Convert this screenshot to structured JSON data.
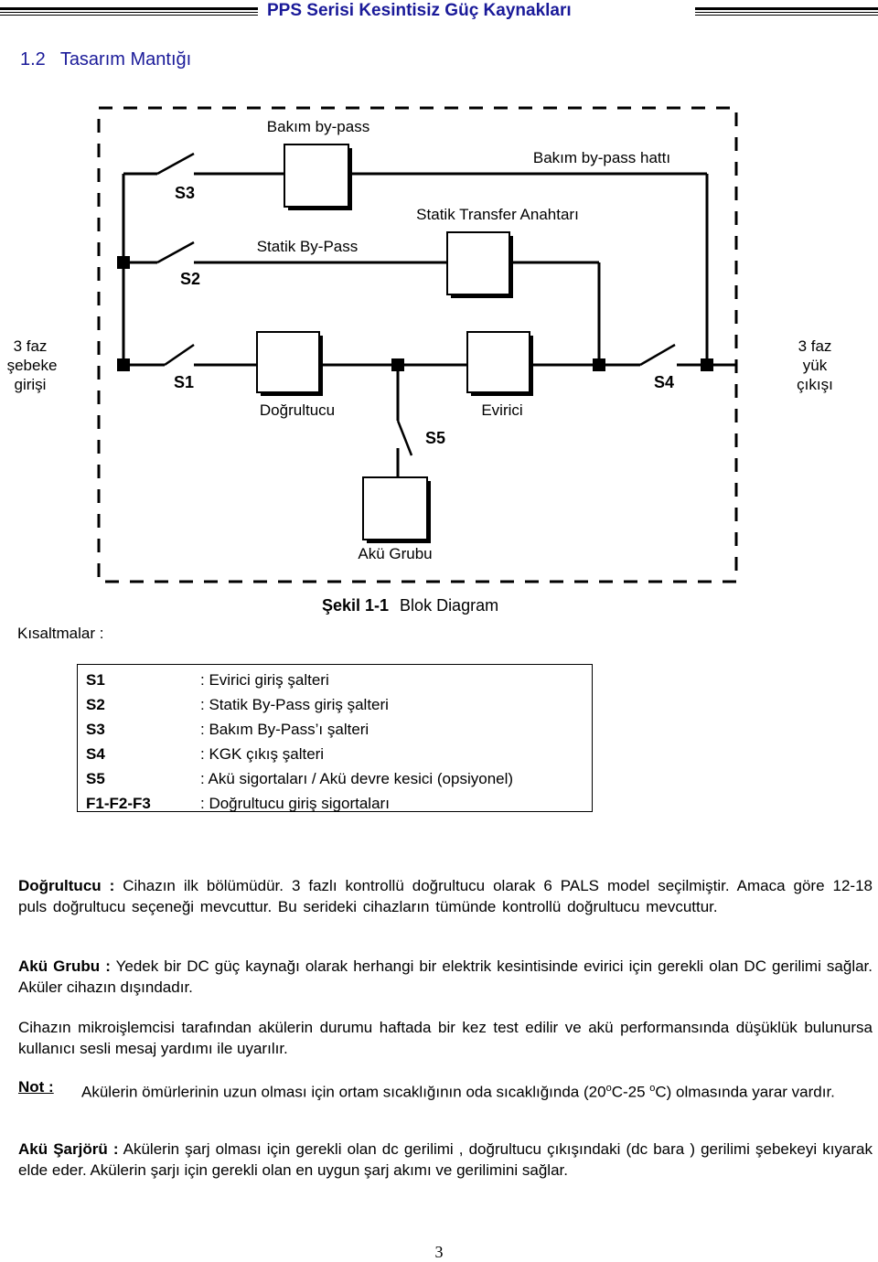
{
  "header": {
    "title": "PPS Serisi Kesintisiz Güç Kaynakları"
  },
  "section": {
    "number": "1.2",
    "title": "Tasarım Mantığı"
  },
  "diagram": {
    "labels": {
      "bakim_bypass": "Bakım by-pass",
      "bakim_bypass_hatti": "Bakım by-pass hattı",
      "statik_transfer": "Statik Transfer Anahtarı",
      "statik_bypass": "Statik By-Pass",
      "s3": "S3",
      "s2": "S2",
      "s1": "S1",
      "s4": "S4",
      "s5": "S5",
      "input_1": "3 faz",
      "input_2": "şebeke",
      "input_3": "girişi",
      "output_1": "3 faz",
      "output_2": "yük",
      "output_3": "çıkışı",
      "dogrultucu": "Doğrultucu",
      "evirici": "Evirici",
      "aku_grubu": "Akü Grubu"
    }
  },
  "caption": {
    "figure": "Şekil 1-1",
    "text": "Blok Diagram"
  },
  "abbreviations": {
    "label": "Kısaltmalar :",
    "rows": [
      {
        "code": "S1",
        "desc": ": Evirici giriş şalteri"
      },
      {
        "code": "S2",
        "desc": ": Statik By-Pass giriş şalteri"
      },
      {
        "code": "S3",
        "desc": ": Bakım By-Pass’ı şalteri"
      },
      {
        "code": "S4",
        "desc": ": KGK çıkış şalteri"
      },
      {
        "code": "S5",
        "desc": ": Akü sigortaları / Akü devre kesici (opsiyonel)"
      },
      {
        "code": "F1-F2-F3",
        "desc": ": Doğrultucu giriş sigortaları"
      }
    ]
  },
  "paragraphs": {
    "p1_label": "Doğrultucu :",
    "p1_text": " Cihazın ilk bölümüdür. 3 fazlı kontrollü doğrultucu olarak 6 PALS model seçilmiştir. Amaca göre 12-18 puls doğrultucu seçeneği mevcuttur. Bu serideki cihazların tümünde kontrollü doğrultucu mevcuttur.",
    "p2_label": "Akü Grubu :",
    "p2_text": " Yedek bir DC güç kaynağı olarak  herhangi bir elektrik kesintisinde evirici için gerekli olan DC gerilimi sağlar.  Aküler cihazın dışındadır.",
    "p3_text": "Cihazın mikroişlemcisi tarafından akülerin durumu haftada bir kez test edilir ve akü performansında düşüklük bulunursa kullanıcı sesli mesaj yardımı ile uyarılır.",
    "note_label": "Not :",
    "note_text_a": "Akülerin ömürlerinin uzun olması için ortam sıcaklığının oda sıcaklığında (20",
    "note_sup1": "o",
    "note_text_b": "C-25 ",
    "note_sup2": "o",
    "note_text_c": "C) olmasında yarar vardır.",
    "p5_label": "Akü Şarjörü :",
    "p5_text": " Akülerin şarj olması için gerekli olan dc gerilimi  ,  doğrultucu  çıkışındaki (dc bara ) gerilimi şebekeyi kıyarak elde eder. Akülerin şarjı için gerekli olan en uygun şarj akımı ve gerilimini sağlar."
  },
  "page_number": "3"
}
